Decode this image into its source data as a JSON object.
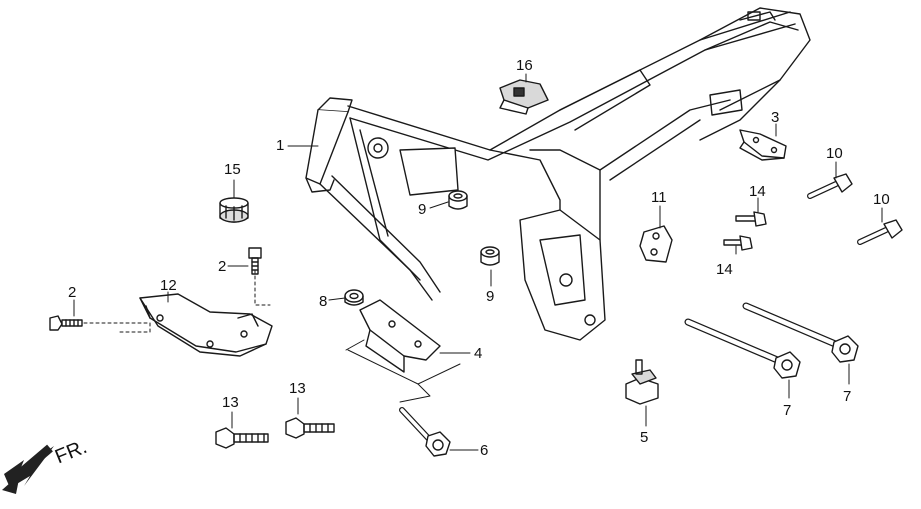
{
  "diagram": {
    "callouts": [
      {
        "id": "c1",
        "label": "1"
      },
      {
        "id": "c2a",
        "label": "2"
      },
      {
        "id": "c2b",
        "label": "2"
      },
      {
        "id": "c3",
        "label": "3"
      },
      {
        "id": "c4",
        "label": "4"
      },
      {
        "id": "c5",
        "label": "5"
      },
      {
        "id": "c6",
        "label": "6"
      },
      {
        "id": "c7a",
        "label": "7"
      },
      {
        "id": "c7b",
        "label": "7"
      },
      {
        "id": "c8",
        "label": "8"
      },
      {
        "id": "c9a",
        "label": "9"
      },
      {
        "id": "c9b",
        "label": "9"
      },
      {
        "id": "c10a",
        "label": "10"
      },
      {
        "id": "c10b",
        "label": "10"
      },
      {
        "id": "c11",
        "label": "11"
      },
      {
        "id": "c12",
        "label": "12"
      },
      {
        "id": "c13a",
        "label": "13"
      },
      {
        "id": "c13b",
        "label": "13"
      },
      {
        "id": "c14a",
        "label": "14"
      },
      {
        "id": "c14b",
        "label": "14"
      },
      {
        "id": "c15",
        "label": "15"
      },
      {
        "id": "c16",
        "label": "16"
      }
    ],
    "direction_label": "FR."
  },
  "colors": {
    "line": "#1a1a1a",
    "fill": "#ffffff",
    "shade": "#d9d9d9",
    "dark": "#333333"
  }
}
